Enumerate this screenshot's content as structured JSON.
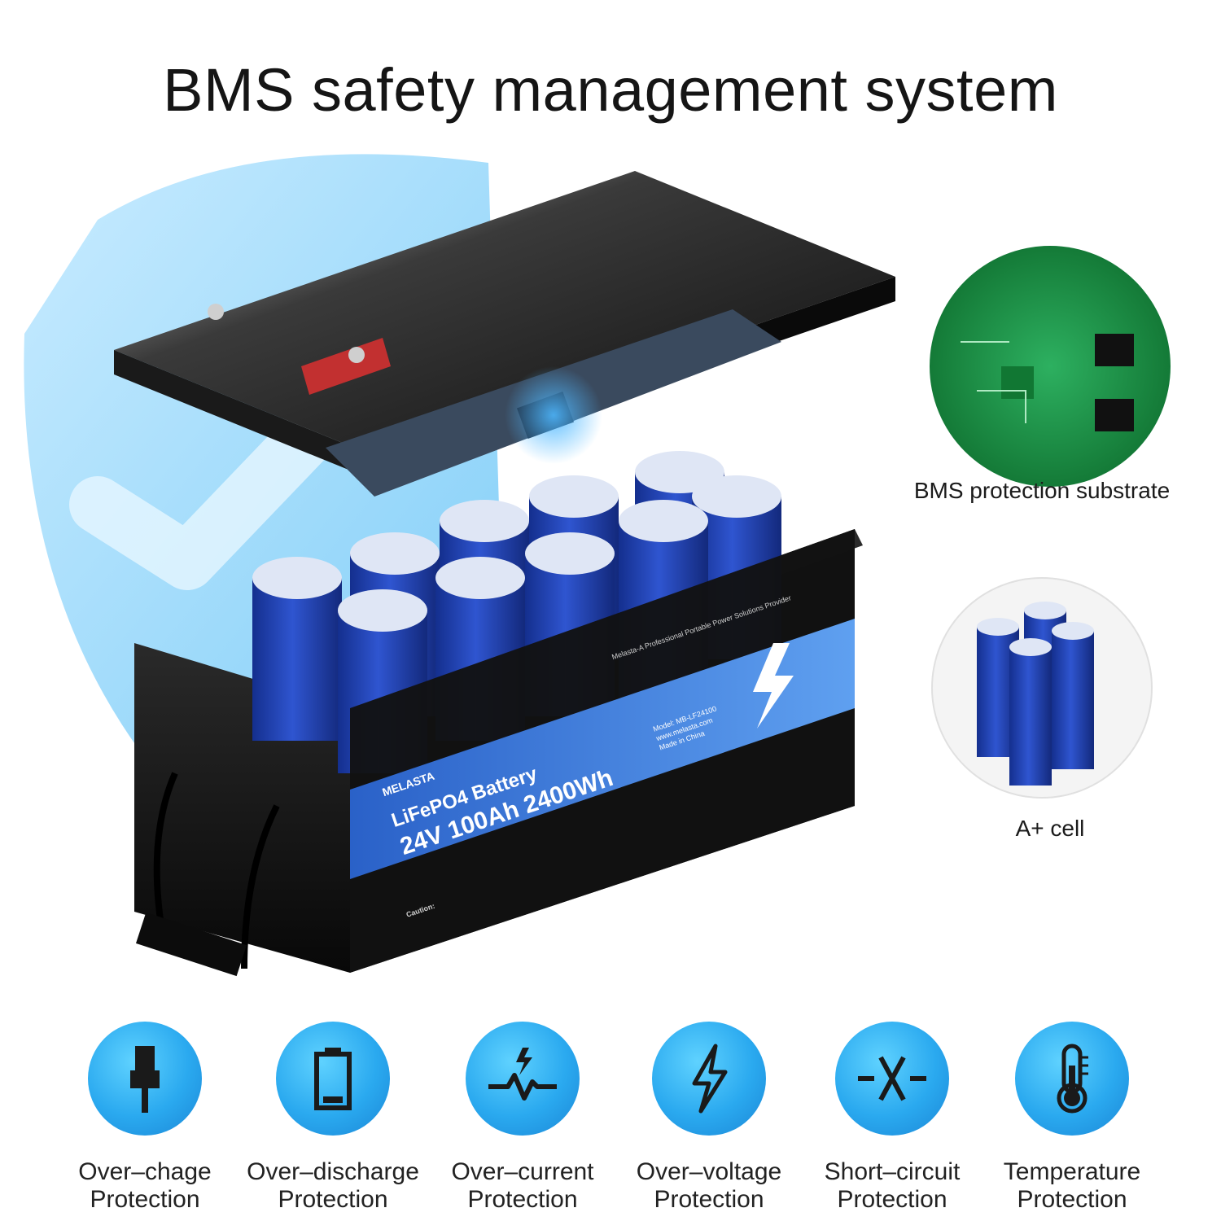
{
  "title": "BMS safety management system",
  "battery": {
    "brand": "MELASTA",
    "product": "LiFePO4 Battery",
    "spec": "24V 100Ah 2400Wh",
    "tagline": "Melasta-A Professional Portable Power Solutions Provider",
    "model": "Model: MB-LF24100",
    "website": "www.melasta.com",
    "origin": "Made in China",
    "caution_title": "Caution:"
  },
  "pcb_label": "BMS protection substrate",
  "cell_label": "A+ cell",
  "features": [
    {
      "icon": "plug-icon",
      "line1": "Over–chage",
      "line2": "Protection"
    },
    {
      "icon": "battery-icon",
      "line1": "Over–discharge",
      "line2": "Protection"
    },
    {
      "icon": "current-spike-icon",
      "line1": "Over–current",
      "line2": "Protection"
    },
    {
      "icon": "lightning-icon",
      "line1": "Over–voltage",
      "line2": "Protection"
    },
    {
      "icon": "short-circuit-icon",
      "line1": "Short–circuit",
      "line2": "Protection"
    },
    {
      "icon": "thermometer-icon",
      "line1": "Temperature",
      "line2": "Protection"
    }
  ],
  "colors": {
    "accent": "#2aa9ef",
    "label_band": "#2f6fd6",
    "cell_blue": "#1f3fb0",
    "pcb_green": "#1f9a4a"
  }
}
